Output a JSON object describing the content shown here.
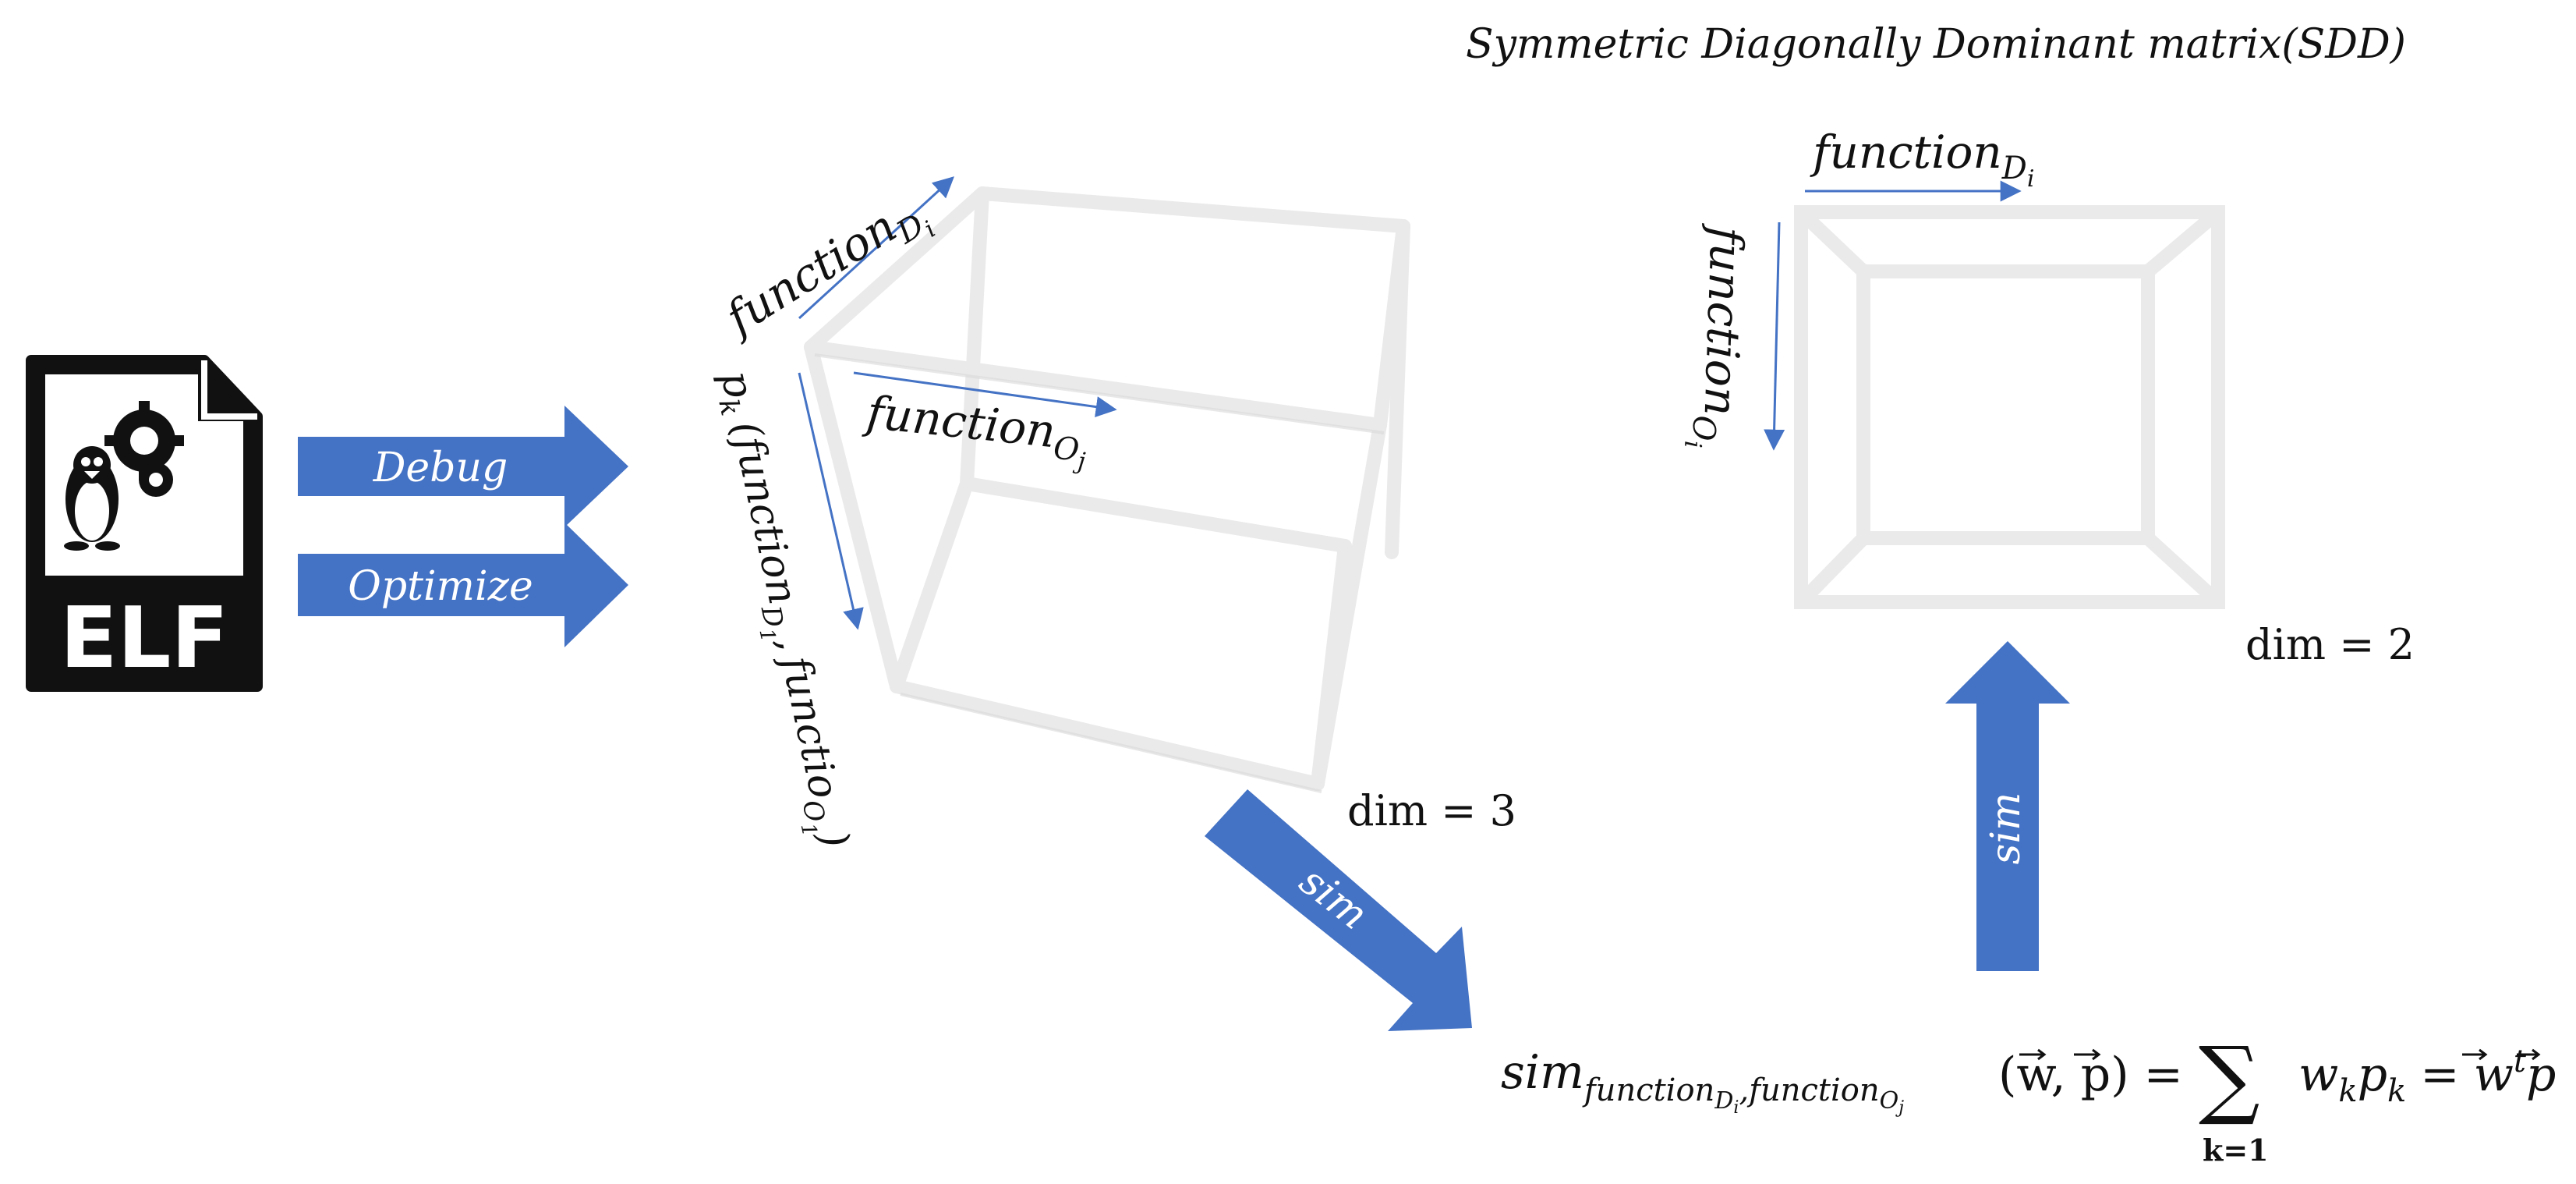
{
  "title": "Symmetric Diagonally Dominant matrix(SDD)",
  "elf_icon": {
    "label": "ELF"
  },
  "arrows": {
    "debug": "Debug",
    "optimize": "Optimize",
    "sim_diag": "sim",
    "sim_up": "sim"
  },
  "cube3d": {
    "edge_top": {
      "base": "function",
      "sub": "D",
      "subsub": "i"
    },
    "edge_mid": {
      "base": "function",
      "sub": "O",
      "subsub": "j"
    },
    "edge_side": {
      "p": "p",
      "k": "k",
      "open": "(",
      "f1": "function",
      "f1_sub": "D",
      "f1_subsub": "1",
      "comma": ",",
      "f2": "functio",
      "f2_sub": "O",
      "f2_subsub": "1",
      "close": ")"
    },
    "dim": "dim = 3"
  },
  "square2d": {
    "edge_top": {
      "base": "function",
      "sub": "D",
      "subsub": "i"
    },
    "edge_left": {
      "base": "function",
      "sub": "O",
      "subsub": "i"
    },
    "dim": "dim = 2"
  },
  "formula": {
    "sim": "sim",
    "sub_f1": "function",
    "sub_f1_sub": "D",
    "sub_f1_subsub": "i",
    "sub_comma": ",",
    "sub_f2": "function",
    "sub_f2_sub": "O",
    "sub_f2_subsub": "j",
    "args": "(w, p) =",
    "sum_symbol": "∑",
    "sum_lower": "k=1",
    "terms": "w",
    "terms_k1": "k",
    "terms_p": "p",
    "terms_k2": "k",
    "eq": "=",
    "rhs_w": "w",
    "rhs_t": "t",
    "rhs_p": "p"
  },
  "colors": {
    "arrow_fill": "#4472C4",
    "arrow_line": "#4472C4",
    "frame": "#eeeeee",
    "ink": "#111111"
  }
}
